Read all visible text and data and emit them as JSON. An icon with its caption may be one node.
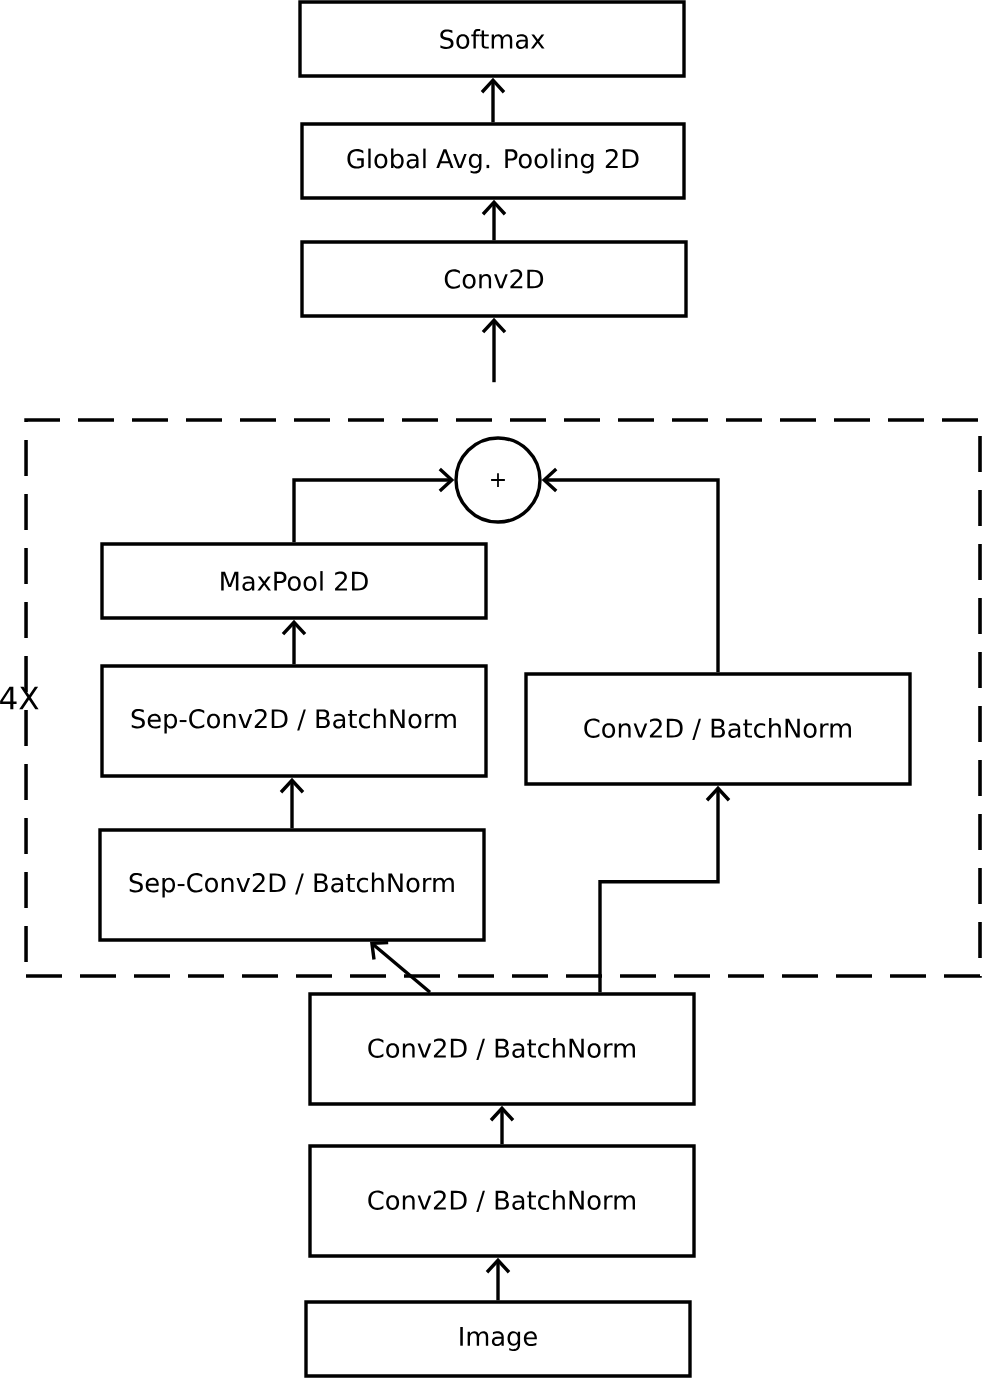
{
  "diagram": {
    "nodes": [
      {
        "text": [
          "Softmax"
        ]
      },
      {
        "text": [
          "Global Avg. Pooling 2D"
        ]
      },
      {
        "text": [
          "Conv2D"
        ]
      },
      {
        "text": [
          "4X"
        ]
      },
      {
        "text": [
          "+"
        ],
        "in": 3
      },
      {
        "text": [
          "MaxPool 2D"
        ],
        "in": 3
      },
      {
        "text": [
          "Sep-Conv2D / BatchNorm"
        ],
        "in": 3
      },
      {
        "text": [
          "Conv2D / BatchNorm"
        ],
        "in": 3
      },
      {
        "text": [
          "Sep-Conv2D / BatchNorm"
        ],
        "in": 3
      },
      {
        "text": [
          "Conv2D / BatchNorm"
        ]
      },
      {
        "text": [
          "Conv2D / BatchNorm"
        ]
      },
      {
        "text": [
          "Image"
        ]
      }
    ],
    "edges": [
      {
        "from": 11,
        "to": 10,
        "arrow": "to"
      },
      {
        "from": 10,
        "to": 9,
        "arrow": "to"
      },
      {
        "from": 9,
        "to": 8,
        "arrow": "to"
      },
      {
        "from": 9,
        "to": 7,
        "arrow": "to"
      },
      {
        "from": 8,
        "to": 6,
        "arrow": "to"
      },
      {
        "from": 6,
        "to": 5,
        "arrow": "to"
      },
      {
        "from": 5,
        "to": 4,
        "arrow": "to"
      },
      {
        "from": 7,
        "to": 4,
        "arrow": "to"
      },
      {
        "from": 3,
        "to": 2,
        "arrow": "to"
      },
      {
        "from": 2,
        "to": 1,
        "arrow": "to"
      },
      {
        "from": 1,
        "to": 0,
        "arrow": "to"
      }
    ]
  }
}
